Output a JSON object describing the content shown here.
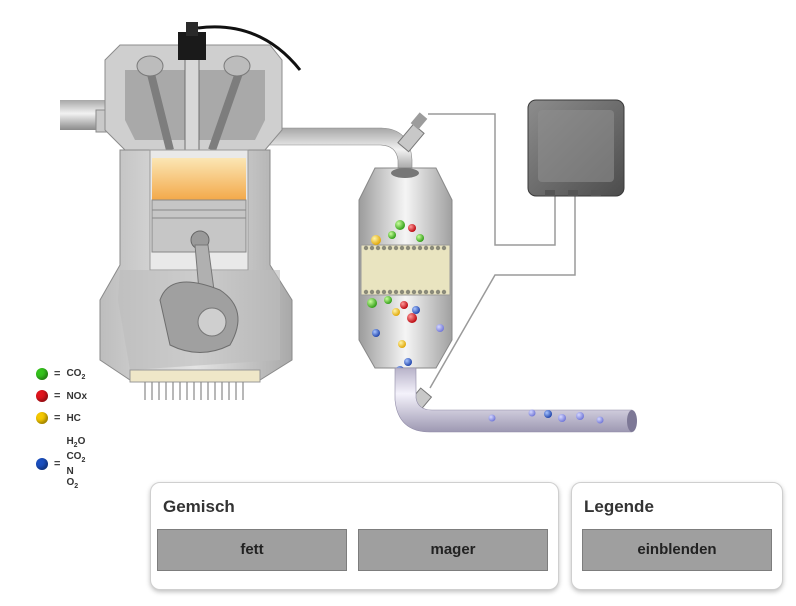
{
  "legend": {
    "items": [
      {
        "color": "#35c21c",
        "label": "CO",
        "sub": "2"
      },
      {
        "color": "#e0141c",
        "label": "NOx",
        "sub": ""
      },
      {
        "color": "#f5c800",
        "label": "HC",
        "sub": ""
      }
    ],
    "group": {
      "color": "#1b4fbf",
      "lines": [
        {
          "label": "H",
          "sub": "2",
          "tail": "O"
        },
        {
          "label": "CO",
          "sub": "2",
          "tail": ""
        },
        {
          "label": "N",
          "sub": "",
          "tail": ""
        },
        {
          "label": "O",
          "sub": "2",
          "tail": ""
        }
      ]
    },
    "equals": "="
  },
  "gemisch": {
    "title": "Gemisch",
    "fett_label": "fett",
    "mager_label": "mager"
  },
  "legende": {
    "title": "Legende",
    "toggle_label": "einblenden"
  }
}
